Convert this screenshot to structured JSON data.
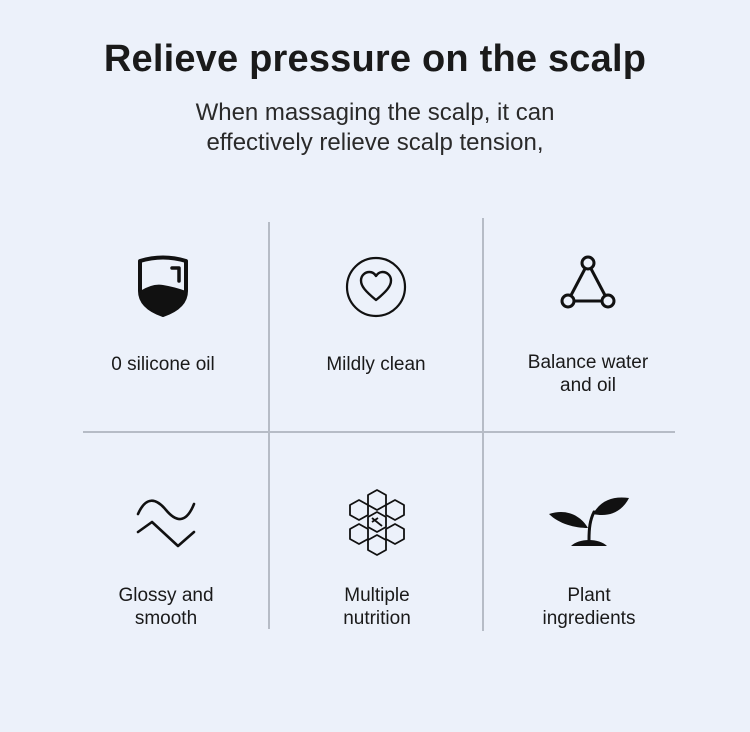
{
  "heading": {
    "title": "Relieve pressure on the scalp",
    "subtitle_line1": "When massaging the scalp, it can",
    "subtitle_line2": "effectively relieve scalp tension,"
  },
  "features": [
    {
      "icon": "shield-icon",
      "label_line1": "0 silicone oil",
      "label_line2": ""
    },
    {
      "icon": "heart-circle-icon",
      "label_line1": "Mildly clean",
      "label_line2": ""
    },
    {
      "icon": "triangle-nodes-icon",
      "label_line1": "Balance water",
      "label_line2": "and oil"
    },
    {
      "icon": "wave-icon",
      "label_line1": "Glossy and",
      "label_line2": "smooth"
    },
    {
      "icon": "hexagon-molecule-icon",
      "label_line1": "Multiple",
      "label_line2": "nutrition"
    },
    {
      "icon": "sprout-icon",
      "label_line1": "Plant",
      "label_line2": "ingredients"
    }
  ]
}
